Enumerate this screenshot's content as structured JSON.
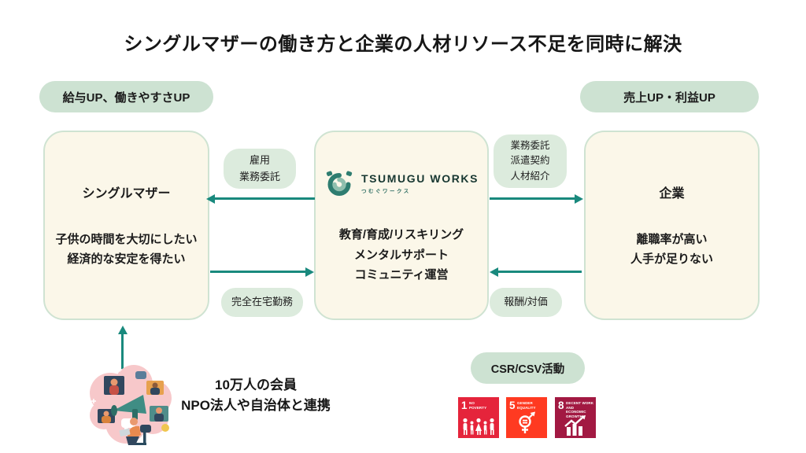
{
  "title": "シングルマザーの働き方と企業の人材リソース不足を同時に解決",
  "badges": {
    "left": "給与UP、働きやすさUP",
    "right": "売上UP・利益UP"
  },
  "boxes": {
    "single_mother": {
      "title": "シングルマザー",
      "body_line1": "子供の時間を大切にしたい",
      "body_line2": "経済的な安定を得たい"
    },
    "tsumugu": {
      "brand": "TSUMUGU WORKS",
      "brand_sub": "つむぐワークス",
      "body_line1": "教育/育成/リスキリング",
      "body_line2": "メンタルサポート",
      "body_line3": "コミュニティ運営"
    },
    "company": {
      "title": "企業",
      "body_line1": "離職率が高い",
      "body_line2": "人手が足りない"
    }
  },
  "flow_labels": {
    "employment_line1": "雇用",
    "employment_line2": "業務委託",
    "remote": "完全在宅勤務",
    "outsourcing_line1": "業務委託",
    "outsourcing_line2": "派遣契約",
    "outsourcing_line3": "人材紹介",
    "reward": "報酬/対価"
  },
  "community": {
    "line1": "10万人の会員",
    "line2": "NPO法人や自治体と連携"
  },
  "csr": {
    "badge": "CSR/CSV活動",
    "sdgs": [
      {
        "number": "1",
        "label_line1": "NO",
        "label_line2": "POVERTY",
        "color": "#e5243b"
      },
      {
        "number": "5",
        "label_line1": "GENDER",
        "label_line2": "EQUALITY",
        "color": "#ff3a21"
      },
      {
        "number": "8",
        "label_line1": "DECENT WORK AND",
        "label_line2": "ECONOMIC GROWTH",
        "color": "#a21942"
      }
    ]
  },
  "colors": {
    "arrow_teal": "#19897d",
    "badge_green": "#cde2d2",
    "flow_label_green": "#dcebdd",
    "box_cream": "#fbf7e9",
    "box_border_green": "#cfe3d2",
    "logo_teal_dark": "#2e7d70",
    "logo_teal_light": "#8fbfae",
    "illustration_pink": "#f7c8ca"
  }
}
